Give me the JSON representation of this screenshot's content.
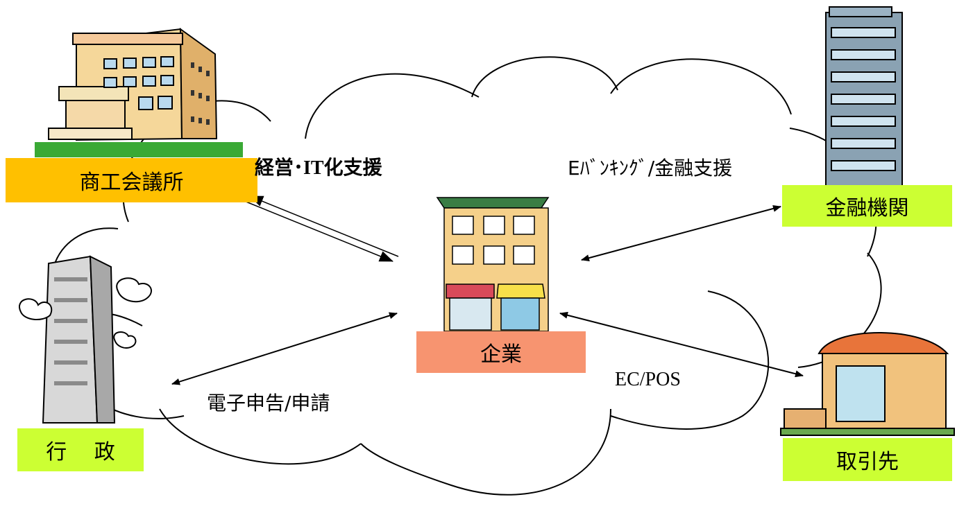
{
  "nodes": {
    "chamber": "商工会議所",
    "enterprise": "企業",
    "bank": "金融機関",
    "government": "行　 政",
    "partner": "取引先"
  },
  "links": {
    "management_support": "経営･IT化支援",
    "ebanking": "Eﾊﾞﾝｷﾝｸﾞ/金融支援",
    "filing": "電子申告/申請",
    "ecpos": "EC/POS"
  },
  "colors": {
    "chamber_fill": "#ffc000",
    "enterprise_fill": "#f79470",
    "green_fill": "#ccff33"
  }
}
